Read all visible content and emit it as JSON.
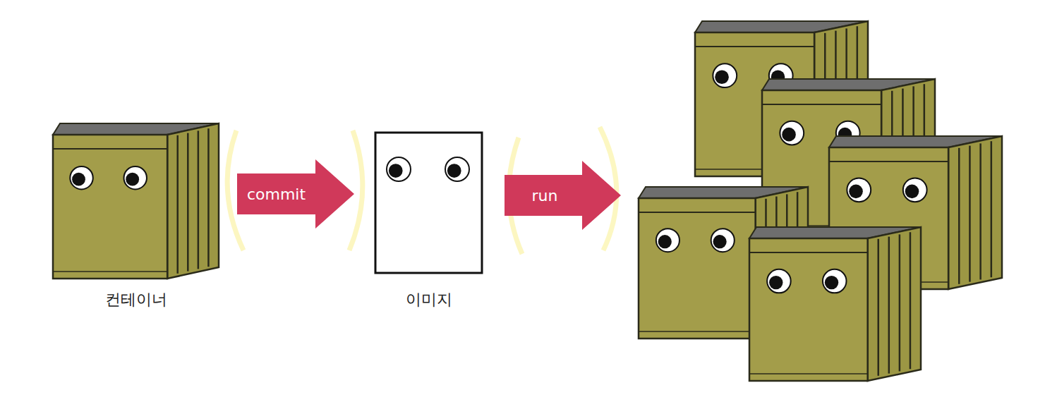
{
  "diagram": {
    "nodes": [
      {
        "text": [
          "컨테이너"
        ]
      },
      {
        "text": [
          "이미지"
        ]
      }
    ],
    "edges": [
      {
        "from": 0,
        "to": 1,
        "label": "commit",
        "arrow": "to"
      }
    ],
    "labels": [
      "run"
    ]
  }
}
